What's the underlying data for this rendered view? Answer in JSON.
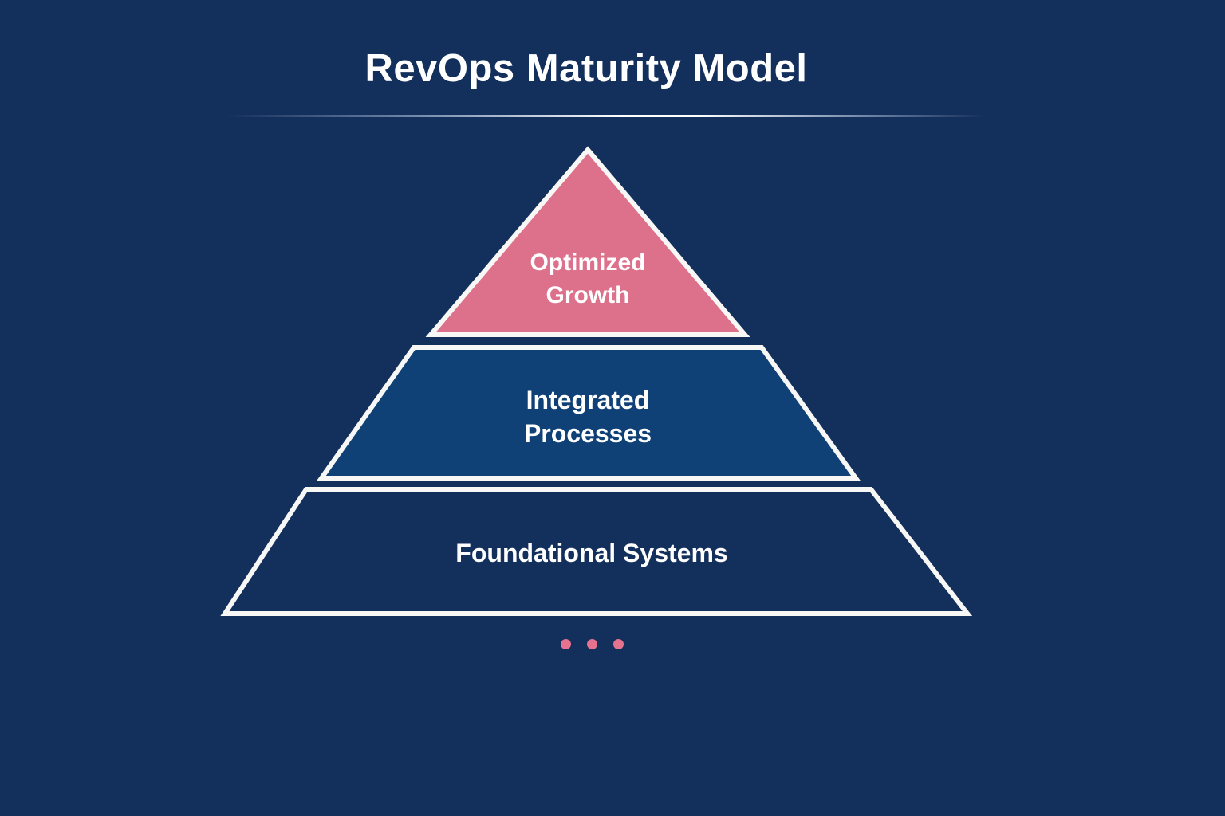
{
  "title": "RevOps Maturity Model",
  "colors": {
    "background": "#132f5b",
    "border": "#f7f8f6",
    "text": "#ffffff"
  },
  "pyramid": {
    "levels": [
      {
        "label": "Optimized\nGrowth",
        "fill": "#dd718c"
      },
      {
        "label": "Integrated\nProcesses",
        "fill": "#0f4076"
      },
      {
        "label": "Foundational Systems",
        "fill": "#132f5b"
      }
    ]
  },
  "pagination": {
    "dot_count": 3,
    "dot_color": "#e5738f"
  }
}
